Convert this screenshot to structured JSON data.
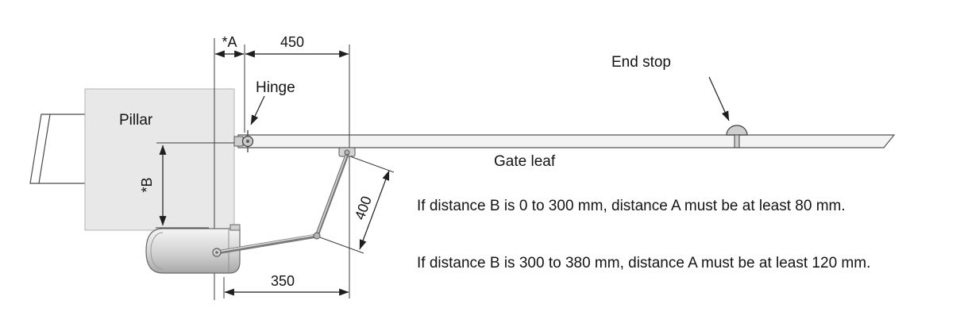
{
  "diagram": {
    "labels": {
      "pillar": "Pillar",
      "hinge": "Hinge",
      "end_stop": "End stop",
      "gate_leaf": "Gate leaf"
    },
    "dims": {
      "a": "*A",
      "b": "*B",
      "hinge_to_bracket": "450",
      "arm_length": "400",
      "motor_to_bracket": "350"
    },
    "notes": [
      "If distance B is 0 to 300 mm, distance A must be at least 80 mm.",
      "If distance B is 300 to 380 mm, distance A must be at least 120 mm."
    ],
    "colors": {
      "line": "#1e1e1e",
      "pillar_fill": "#e8e8e8",
      "gate_leaf_fill": "#f3f3f3",
      "metal_fill": "#cfcfcf"
    }
  }
}
